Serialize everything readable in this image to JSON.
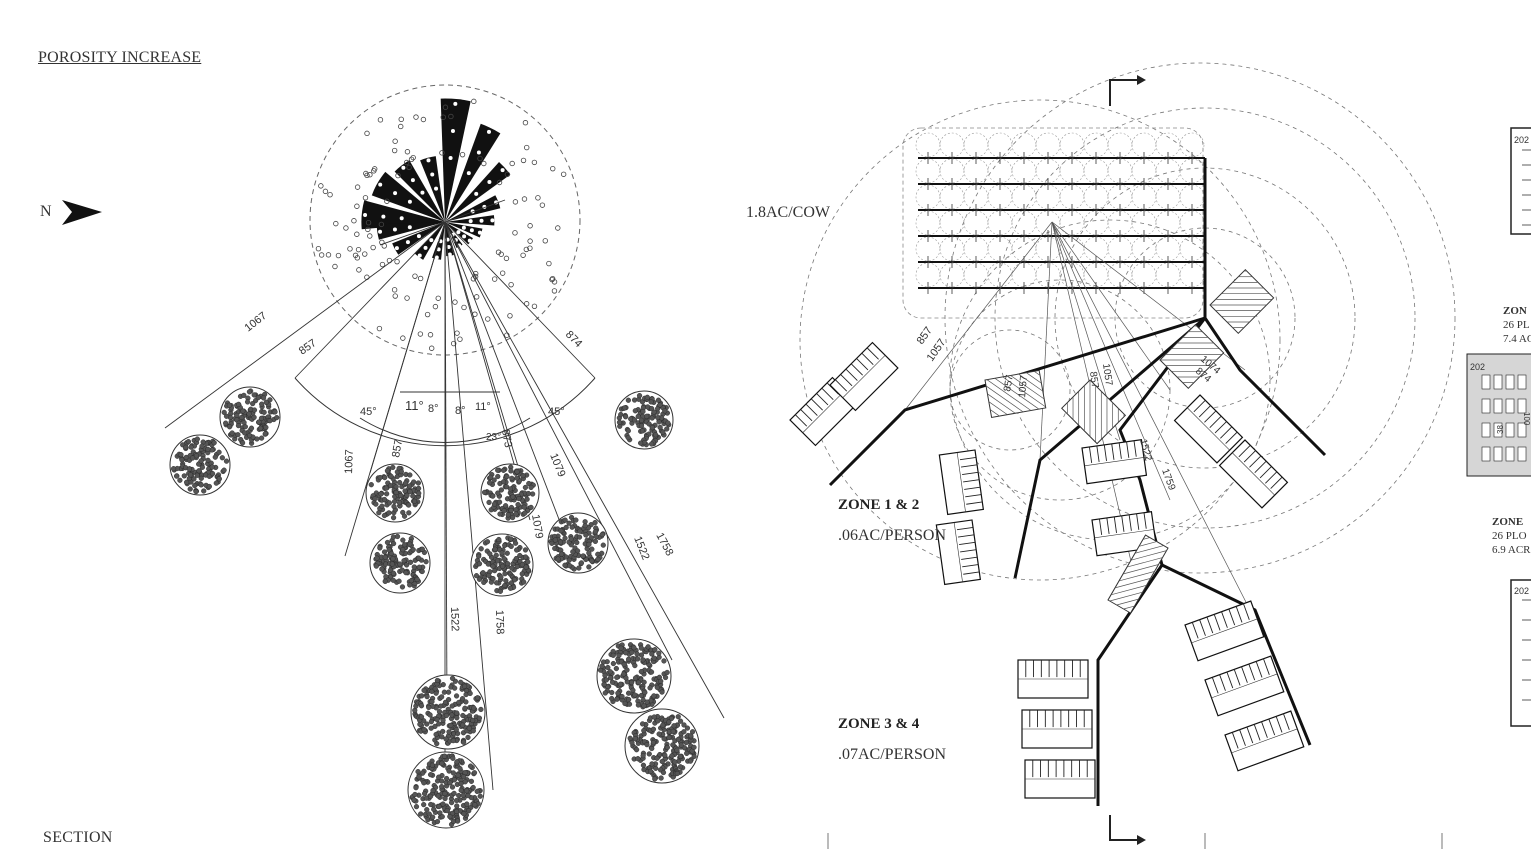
{
  "left_panel": {
    "title": "POROSITY INCREASE",
    "north_label": "N",
    "section_label": "SECTION",
    "angles": [
      "45°",
      "45°",
      "11°",
      "8°",
      "8°",
      "11°",
      "23°"
    ],
    "distances": [
      "1067",
      "857",
      "874",
      "1067",
      "857",
      "873",
      "1079",
      "1079",
      "1522",
      "1758",
      "1522",
      "1758"
    ]
  },
  "right_panel": {
    "cow_label": "1.8AC/COW",
    "zone_a_title": "ZONE 1 & 2",
    "zone_a_density": ".06AC/PERSON",
    "zone_b_title": "ZONE 3 & 4",
    "zone_b_density": ".07AC/PERSON",
    "distances": [
      "857",
      "1057",
      "857",
      "1057",
      "857",
      "1057",
      "1074",
      "874",
      "1522",
      "1759"
    ]
  },
  "side_panel": {
    "zone_c_title": "ZON",
    "zone_c_line1": "26 PL",
    "zone_c_line2": "7.4 AC",
    "zone_d_title": "ZONE",
    "zone_d_line1": "26 PLO",
    "zone_d_line2": "6.9 ACR",
    "dims": [
      "202",
      "202",
      "202",
      "100",
      "38"
    ]
  }
}
